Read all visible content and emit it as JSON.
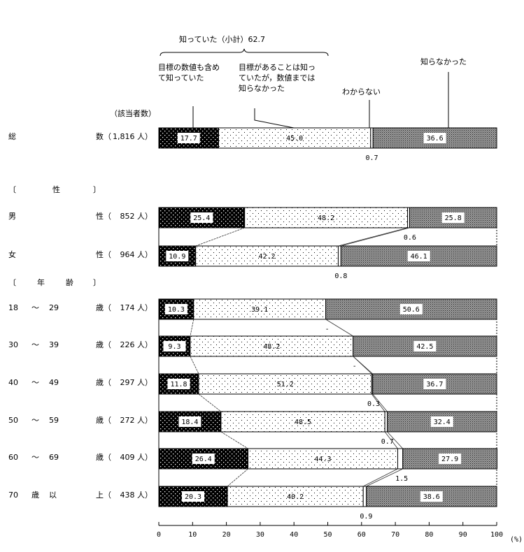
{
  "chart_data": {
    "type": "bar",
    "orientation": "horizontal-stacked-100",
    "subtotal_label": "知っていた（小計）62.7",
    "count_header": "（該当者数）",
    "unit_label": "(%)",
    "xlim": [
      0,
      100
    ],
    "xticks": [
      "0",
      "10",
      "20",
      "30",
      "40",
      "50",
      "60",
      "70",
      "80",
      "90",
      "100"
    ],
    "series": [
      {
        "name": "目標の数値も含めて知っていた",
        "name_lines": [
          "目標の数値も含め",
          "て知っていた"
        ],
        "pattern": "dense-dots-dark"
      },
      {
        "name": "目標があることは知っていたが，数値までは知らなかった",
        "name_lines": [
          "目標があることは知っ",
          "ていたが，数値までは",
          "知らなかった"
        ],
        "pattern": "sparse-dots-light"
      },
      {
        "name": "わからない",
        "name_lines": [
          "わからない"
        ],
        "pattern": "white"
      },
      {
        "name": "知らなかった",
        "name_lines": [
          "知らなかった"
        ],
        "pattern": "crosshatch-gray"
      }
    ],
    "section_headers": [
      {
        "parts": [
          "〔",
          "性",
          "〕"
        ]
      },
      {
        "parts": [
          "〔",
          "年",
          "齢",
          "〕"
        ]
      }
    ],
    "rows": [
      {
        "parts": [
          "総",
          "",
          "",
          "数（"
        ],
        "count": "1,816 人）",
        "values": [
          17.7,
          45.0,
          0.7,
          36.6
        ],
        "labels": [
          "17.7",
          "45.0",
          "0.7",
          "36.6"
        ]
      },
      {
        "parts": [
          "男",
          "",
          "",
          "性（"
        ],
        "count": "852 人）",
        "values": [
          25.4,
          48.2,
          0.6,
          25.8
        ],
        "labels": [
          "25.4",
          "48.2",
          "0.6",
          "25.8"
        ]
      },
      {
        "parts": [
          "女",
          "",
          "",
          "性（"
        ],
        "count": "964 人）",
        "values": [
          10.9,
          42.2,
          0.8,
          46.1
        ],
        "labels": [
          "10.9",
          "42.2",
          "0.8",
          "46.1"
        ]
      },
      {
        "parts": [
          "18",
          "～",
          "29",
          "歳（"
        ],
        "count": "174 人）",
        "values": [
          10.3,
          39.1,
          0,
          50.6
        ],
        "labels": [
          "10.3",
          "39.1",
          "-",
          "50.6"
        ]
      },
      {
        "parts": [
          "30",
          "～",
          "39",
          "歳（"
        ],
        "count": "226 人）",
        "values": [
          9.3,
          48.2,
          0,
          42.5
        ],
        "labels": [
          "9.3",
          "48.2",
          "-",
          "42.5"
        ]
      },
      {
        "parts": [
          "40",
          "～",
          "49",
          "歳（"
        ],
        "count": "297 人）",
        "values": [
          11.8,
          51.2,
          0.3,
          36.7
        ],
        "labels": [
          "11.8",
          "51.2",
          "0.3",
          "36.7"
        ]
      },
      {
        "parts": [
          "50",
          "～",
          "59",
          "歳（"
        ],
        "count": "272 人）",
        "values": [
          18.4,
          48.5,
          0.7,
          32.4
        ],
        "labels": [
          "18.4",
          "48.5",
          "0.7",
          "32.4"
        ]
      },
      {
        "parts": [
          "60",
          "～",
          "69",
          "歳（"
        ],
        "count": "409 人）",
        "values": [
          26.4,
          44.3,
          1.5,
          27.9
        ],
        "labels": [
          "26.4",
          "44.3",
          "1.5",
          "27.9"
        ]
      },
      {
        "parts": [
          "70",
          "歳",
          "以",
          "上（"
        ],
        "count": "438 人）",
        "values": [
          20.3,
          40.2,
          0.9,
          38.6
        ],
        "labels": [
          "20.3",
          "40.2",
          "0.9",
          "38.6"
        ]
      }
    ],
    "colors": {
      "dark": "#000000",
      "light": "#ffffff",
      "hatch": "#555555"
    }
  }
}
